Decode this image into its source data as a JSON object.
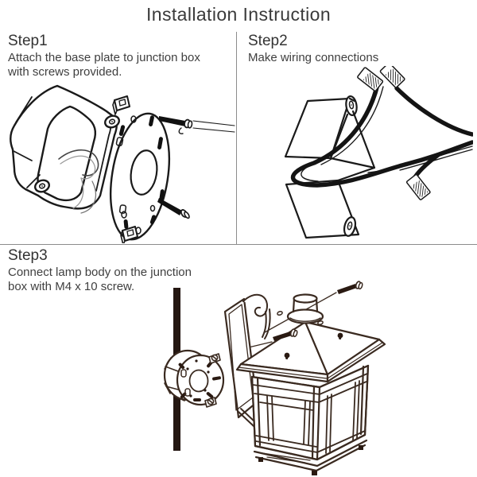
{
  "title": "Installation Instruction",
  "steps": [
    {
      "heading": "Step1",
      "description": "Attach the base plate to junction box with screws provided.",
      "illustration": "junction-box-with-base-plate-and-screws"
    },
    {
      "heading": "Step2",
      "description": "Make wiring connections",
      "illustration": "bracket-with-wires-and-connectors"
    },
    {
      "heading": "Step3",
      "description": "Connect lamp body on the junction box with M4 x 10 screw.",
      "illustration": "wall-lantern-pole-and-junction-box"
    }
  ],
  "colors": {
    "background": "#ffffff",
    "text": "#3a3a3a",
    "line_art": "#1a1a1a",
    "lamp_line_art": "#3a2a20",
    "divider": "#8c8c8c"
  }
}
